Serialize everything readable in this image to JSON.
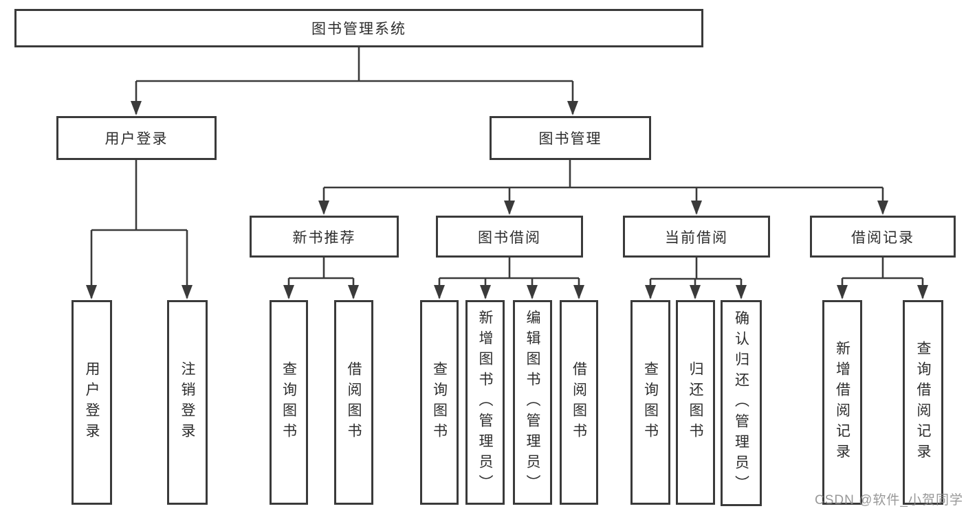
{
  "diagram": {
    "root": "图书管理系统",
    "level2": {
      "user_login": "用户登录",
      "book_management": "图书管理"
    },
    "level3": {
      "new_book_recommend": "新书推荐",
      "book_borrowing": "图书借阅",
      "current_borrowing": "当前借阅",
      "borrowing_records": "借阅记录"
    },
    "leaves": {
      "user_login": "用户登录",
      "logout": "注销登录",
      "query_books_1": "查询图书",
      "borrow_books_1": "借阅图书",
      "query_books_2": "查询图书",
      "add_books_admin": "新增图书（管理员）",
      "edit_books_admin": "编辑图书（管理员）",
      "borrow_books_2": "借阅图书",
      "query_books_3": "查询图书",
      "return_books": "归还图书",
      "confirm_return_admin": "确认归还（管理员）",
      "add_borrow_record": "新增借阅记录",
      "query_borrow_record": "查询借阅记录"
    }
  },
  "watermark": "CSDN @软件_小贺同学",
  "colors": {
    "line": "#3a3a3a",
    "text": "#2d2d2d",
    "background": "#ffffff",
    "watermark": "#8a8a8a"
  }
}
